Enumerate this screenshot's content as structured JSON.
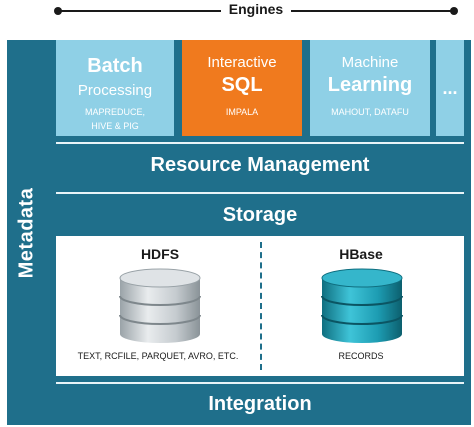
{
  "header": {
    "title": "Engines"
  },
  "sidebar": {
    "label": "Metadata"
  },
  "engines": [
    {
      "line1": "Batch",
      "line2": "Processing",
      "sub_line1": "MAPREDUCE,",
      "sub_line2": "HIVE & PIG"
    },
    {
      "line1": "Interactive",
      "line2": "SQL",
      "sub": "IMPALA"
    },
    {
      "line1": "Machine",
      "line2": "Learning",
      "sub": "MAHOUT, DATAFU"
    },
    {
      "label": "..."
    }
  ],
  "layers": {
    "resource_management": "Resource Management",
    "storage": "Storage",
    "integration": "Integration"
  },
  "stores": [
    {
      "title": "HDFS",
      "caption": "TEXT, RCFILE, PARQUET, AVRO, ETC."
    },
    {
      "title": "HBase",
      "caption": "RECORDS"
    }
  ],
  "colors": {
    "primary": "#1f6f8b",
    "engine_light": "#8fd0e6",
    "engine_highlight": "#f07a1e",
    "hdfs_db": "#c9cfd3",
    "hbase_db": "#1d9cb2"
  },
  "icons": {
    "hdfs": "database-icon",
    "hbase": "database-icon"
  }
}
